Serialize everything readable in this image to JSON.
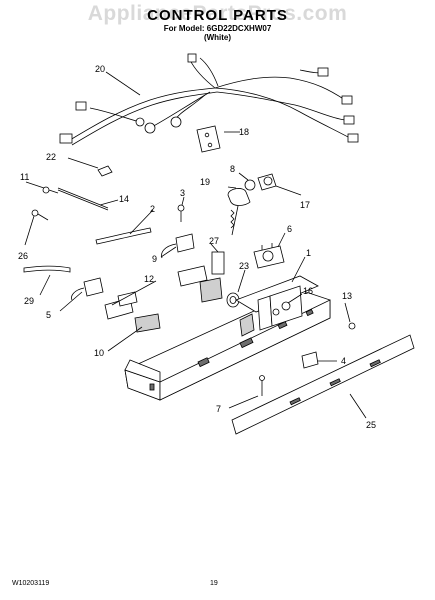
{
  "watermark": "AppliancePartsPros.com",
  "header": {
    "title": "CONTROL PARTS",
    "model_line": "For Model: 6GD22DCXHW07",
    "color_line": "(White)"
  },
  "callouts": {
    "c1": "1",
    "c2": "2",
    "c3": "3",
    "c4": "4",
    "c5": "5",
    "c6": "6",
    "c7": "7",
    "c8": "8",
    "c9": "9",
    "c10": "10",
    "c11": "11",
    "c12": "12",
    "c13": "13",
    "c14": "14",
    "c16": "16",
    "c17": "17",
    "c18": "18",
    "c19": "19",
    "c20": "20",
    "c22": "22",
    "c23": "23",
    "c25": "25",
    "c26": "26",
    "c27": "27",
    "c29": "29"
  },
  "footer": {
    "doc_number": "W10203119",
    "page_number": "19"
  }
}
